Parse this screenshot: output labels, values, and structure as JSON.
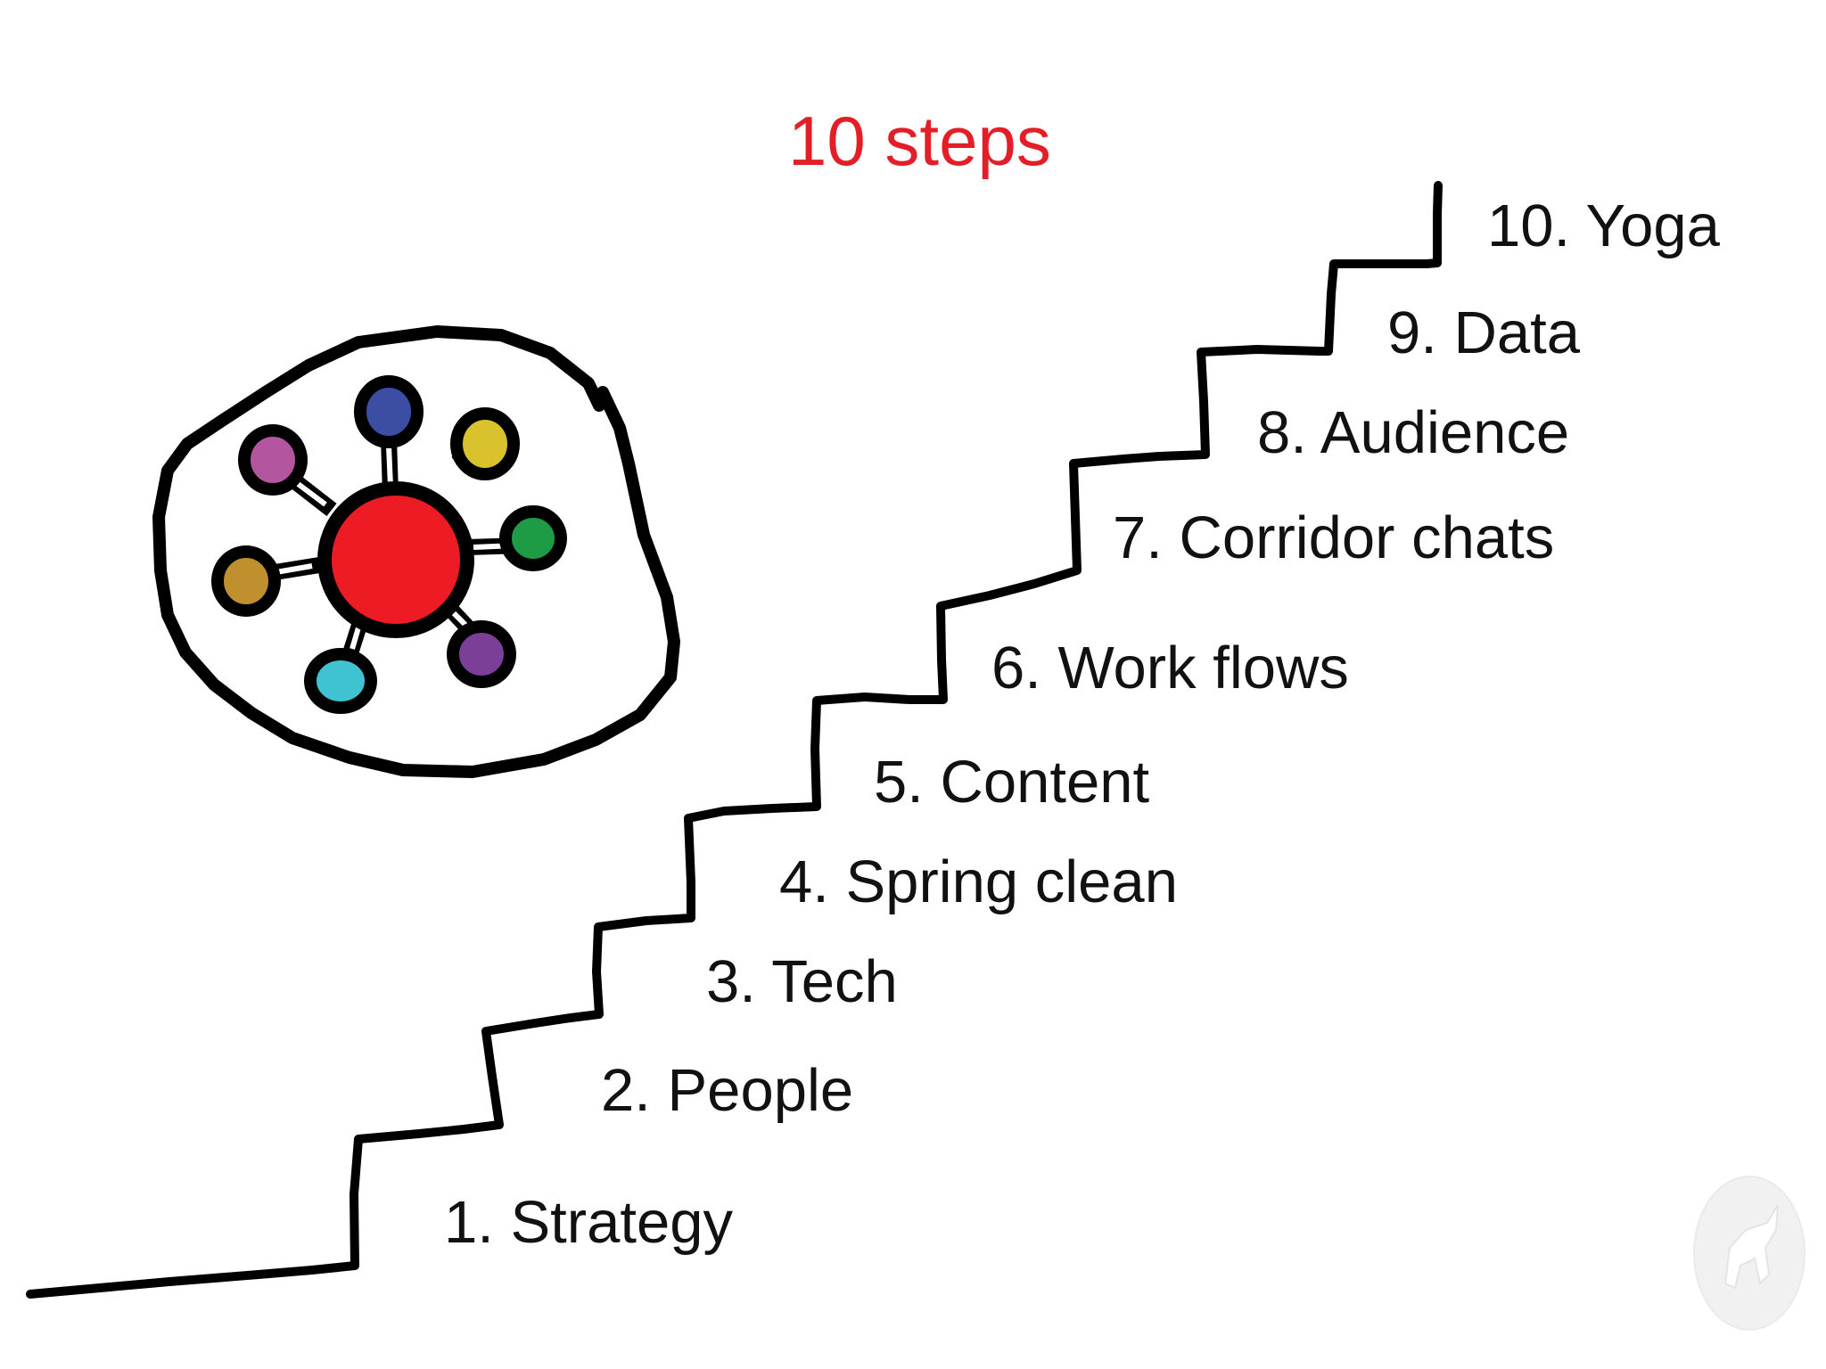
{
  "title": "10 steps",
  "title_color": "#e41e26",
  "steps": [
    {
      "label": "1. Strategy"
    },
    {
      "label": "2. People"
    },
    {
      "label": "3. Tech"
    },
    {
      "label": "4. Spring clean"
    },
    {
      "label": "5. Content"
    },
    {
      "label": "6. Work flows"
    },
    {
      "label": "7. Corridor chats"
    },
    {
      "label": "8. Audience"
    },
    {
      "label": "9. Data"
    },
    {
      "label": "10. Yoga"
    }
  ],
  "network_icon": {
    "icon": "hub-network-icon",
    "hub_color": "#ed1c24",
    "node_colors": [
      "#3b4ea3",
      "#d9c22c",
      "#1e9c45",
      "#7b3f99",
      "#3fc3d3",
      "#c0902e",
      "#b3569f"
    ]
  },
  "watermark_icon": "unicorn-seal-icon"
}
